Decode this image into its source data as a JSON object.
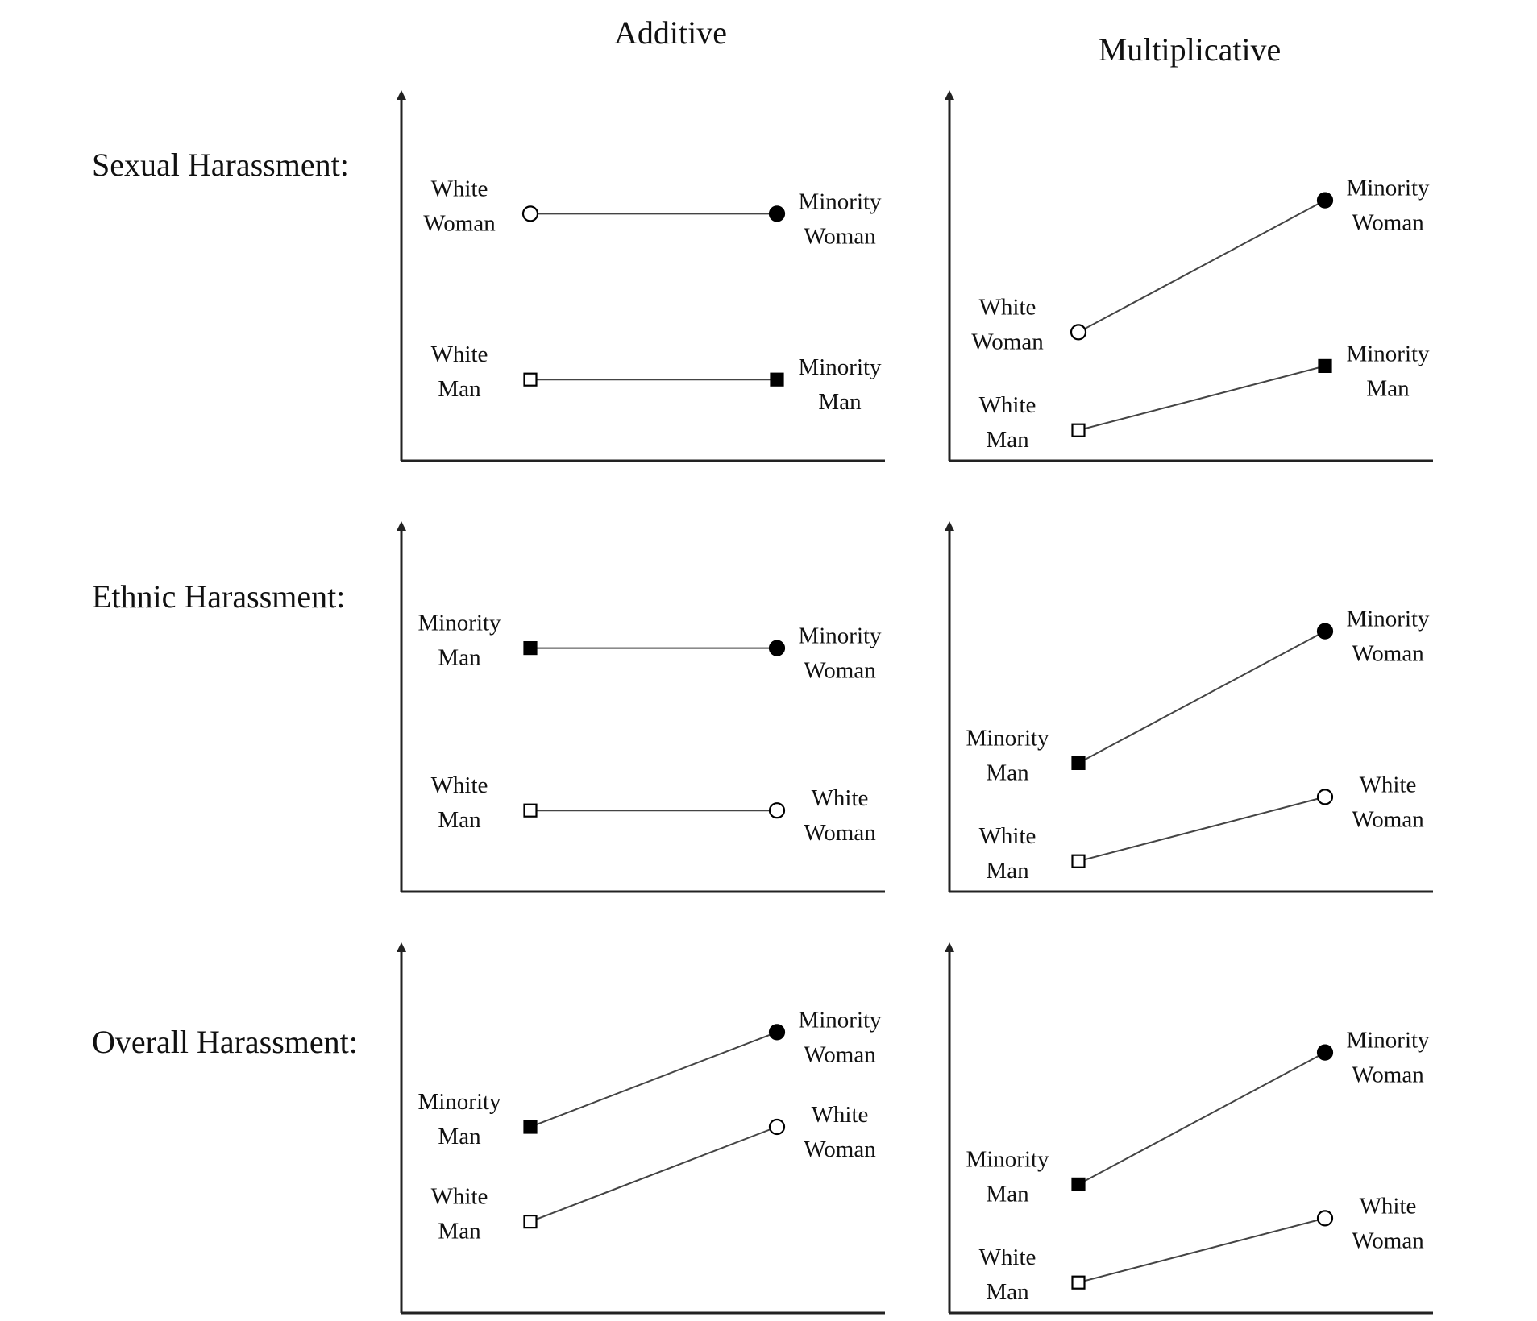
{
  "columns": [
    "Additive",
    "Multiplicative"
  ],
  "rows": [
    "Sexual Harassment:",
    "Ethnic Harassment:",
    "Overall Harassment:"
  ],
  "marker_legend": {
    "hollow_square": "White Man",
    "filled_square": "Minority Man",
    "hollow_circle": "White Woman",
    "filled_circle": "Minority Woman"
  },
  "chart_data": [
    {
      "type": "line",
      "row": "Sexual Harassment:",
      "column": "Additive",
      "lines": [
        {
          "points": [
            {
              "label": [
                "White",
                "Woman"
              ],
              "marker": "circle",
              "filled": false,
              "level": 0.73
            },
            {
              "label": [
                "Minority",
                "Woman"
              ],
              "marker": "circle",
              "filled": true,
              "level": 0.73
            }
          ]
        },
        {
          "points": [
            {
              "label": [
                "White",
                "Man"
              ],
              "marker": "square",
              "filled": false,
              "level": 0.24
            },
            {
              "label": [
                "Minority",
                "Man"
              ],
              "marker": "square",
              "filled": true,
              "level": 0.24
            }
          ]
        }
      ]
    },
    {
      "type": "line",
      "row": "Sexual Harassment:",
      "column": "Multiplicative",
      "lines": [
        {
          "points": [
            {
              "label": [
                "White",
                "Woman"
              ],
              "marker": "circle",
              "filled": false,
              "level": 0.38
            },
            {
              "label": [
                "Minority",
                "Woman"
              ],
              "marker": "circle",
              "filled": true,
              "level": 0.77
            }
          ]
        },
        {
          "points": [
            {
              "label": [
                "White",
                "Man"
              ],
              "marker": "square",
              "filled": false,
              "level": 0.09
            },
            {
              "label": [
                "Minority",
                "Man"
              ],
              "marker": "square",
              "filled": true,
              "level": 0.28
            }
          ]
        }
      ]
    },
    {
      "type": "line",
      "row": "Ethnic Harassment:",
      "column": "Additive",
      "lines": [
        {
          "points": [
            {
              "label": [
                "Minority",
                "Man"
              ],
              "marker": "square",
              "filled": true,
              "level": 0.72
            },
            {
              "label": [
                "Minority",
                "Woman"
              ],
              "marker": "circle",
              "filled": true,
              "level": 0.72
            }
          ]
        },
        {
          "points": [
            {
              "label": [
                "White",
                "Man"
              ],
              "marker": "square",
              "filled": false,
              "level": 0.24
            },
            {
              "label": [
                "White",
                "Woman"
              ],
              "marker": "circle",
              "filled": false,
              "level": 0.24
            }
          ]
        }
      ]
    },
    {
      "type": "line",
      "row": "Ethnic Harassment:",
      "column": "Multiplicative",
      "lines": [
        {
          "points": [
            {
              "label": [
                "Minority",
                "Man"
              ],
              "marker": "square",
              "filled": true,
              "level": 0.38
            },
            {
              "label": [
                "Minority",
                "Woman"
              ],
              "marker": "circle",
              "filled": true,
              "level": 0.77
            }
          ]
        },
        {
          "points": [
            {
              "label": [
                "White",
                "Man"
              ],
              "marker": "square",
              "filled": false,
              "level": 0.09
            },
            {
              "label": [
                "White",
                "Woman"
              ],
              "marker": "circle",
              "filled": false,
              "level": 0.28
            }
          ]
        }
      ]
    },
    {
      "type": "line",
      "row": "Overall Harassment:",
      "column": "Additive",
      "lines": [
        {
          "points": [
            {
              "label": [
                "Minority",
                "Man"
              ],
              "marker": "square",
              "filled": true,
              "level": 0.55
            },
            {
              "label": [
                "Minority",
                "Woman"
              ],
              "marker": "circle",
              "filled": true,
              "level": 0.83
            }
          ]
        },
        {
          "points": [
            {
              "label": [
                "White",
                "Man"
              ],
              "marker": "square",
              "filled": false,
              "level": 0.27
            },
            {
              "label": [
                "White",
                "Woman"
              ],
              "marker": "circle",
              "filled": false,
              "level": 0.55
            }
          ]
        }
      ]
    },
    {
      "type": "line",
      "row": "Overall Harassment:",
      "column": "Multiplicative",
      "lines": [
        {
          "points": [
            {
              "label": [
                "Minority",
                "Man"
              ],
              "marker": "square",
              "filled": true,
              "level": 0.38
            },
            {
              "label": [
                "Minority",
                "Woman"
              ],
              "marker": "circle",
              "filled": true,
              "level": 0.77
            }
          ]
        },
        {
          "points": [
            {
              "label": [
                "White",
                "Man"
              ],
              "marker": "square",
              "filled": false,
              "level": 0.09
            },
            {
              "label": [
                "White",
                "Woman"
              ],
              "marker": "circle",
              "filled": false,
              "level": 0.28
            }
          ]
        }
      ]
    }
  ]
}
